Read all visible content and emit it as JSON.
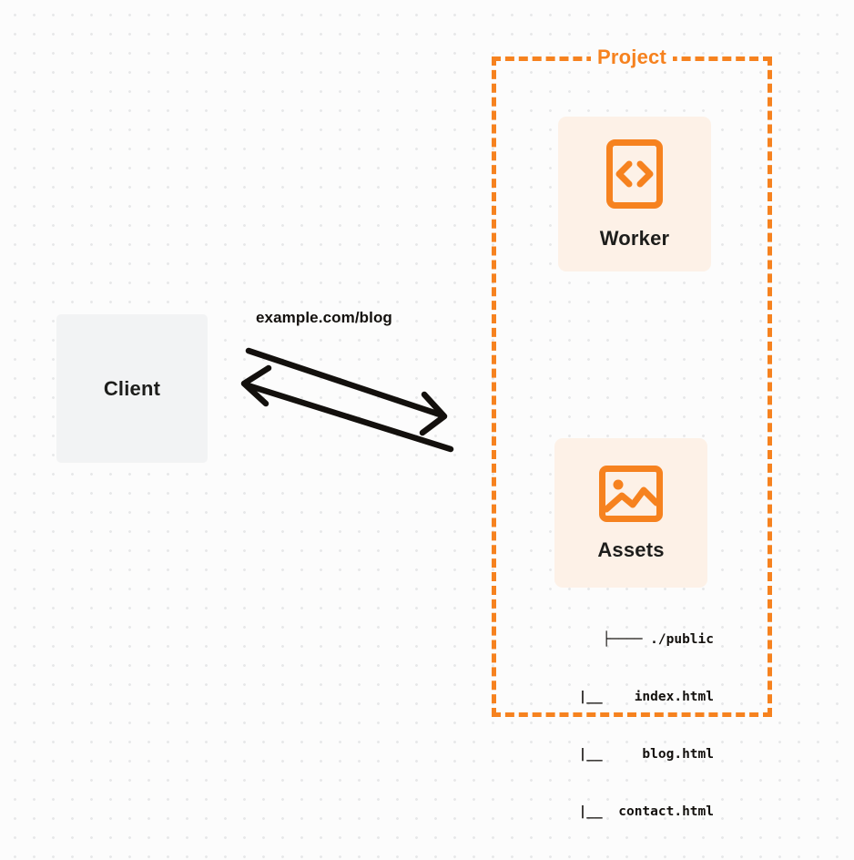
{
  "diagram": {
    "title": "Project",
    "background": {
      "color": "#fcfcfc",
      "dot_color": "#e7e8e9"
    },
    "accent_color": "#f6821f",
    "card_color": "#fdf1e7",
    "client_color": "#f2f3f4",
    "text_color": "#1d1d1b"
  },
  "client": {
    "label": "Client",
    "icon": "none"
  },
  "connector": {
    "label": "example.com/blog",
    "arrows": [
      {
        "name": "request-arrow",
        "direction": "client-to-project"
      },
      {
        "name": "response-arrow",
        "direction": "project-to-client"
      }
    ],
    "stroke_color": "#13100d"
  },
  "project": {
    "label": "Project",
    "border_style": "dashed",
    "border_color": "#f6821f",
    "nodes": [
      {
        "label": "Worker",
        "icon": "code-brackets-icon"
      },
      {
        "label": "Assets",
        "icon": "image-icon"
      }
    ]
  },
  "file_tree": {
    "lines": [
      "├──── ./public",
      "   |__    index.html",
      "   |__     blog.html",
      "   |__  contact.html"
    ]
  }
}
